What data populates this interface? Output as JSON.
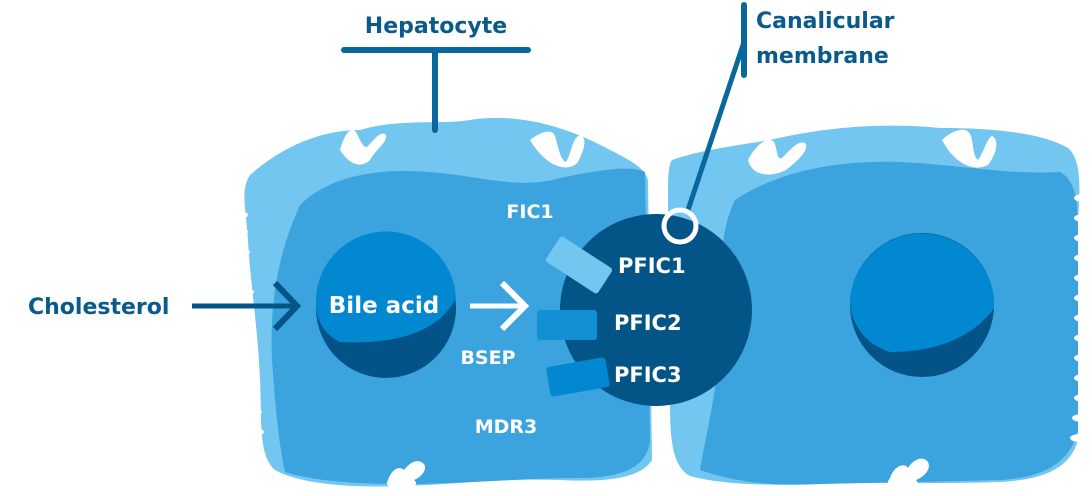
{
  "title": "Hepatocyte bile acid transport and PFIC types",
  "labels": {
    "hepatocyte": "Hepatocyte",
    "canalicular_line1": "Canalicular",
    "canalicular_line2": "membrane",
    "cholesterol": "Cholesterol",
    "bile_acid": "Bile acid",
    "fic1": "FIC1",
    "bsep": "BSEP",
    "mdr3": "MDR3",
    "pfic1": "PFIC1",
    "pfic2": "PFIC2",
    "pfic3": "PFIC3"
  },
  "colors": {
    "label_dark": "#0a5a8c",
    "pointer_line": "#08679e",
    "cell_outer": "#72c6f0",
    "cell_inner": "#3ba3de",
    "nucleus": "#0288d1",
    "nucleus_shadow": "#035389",
    "canaliculus": "#045587",
    "transporter_fic1": "#72c6f0",
    "transporter_bsep": "#1190d5",
    "transporter_mdr3": "#0288d1",
    "white": "#ffffff"
  }
}
